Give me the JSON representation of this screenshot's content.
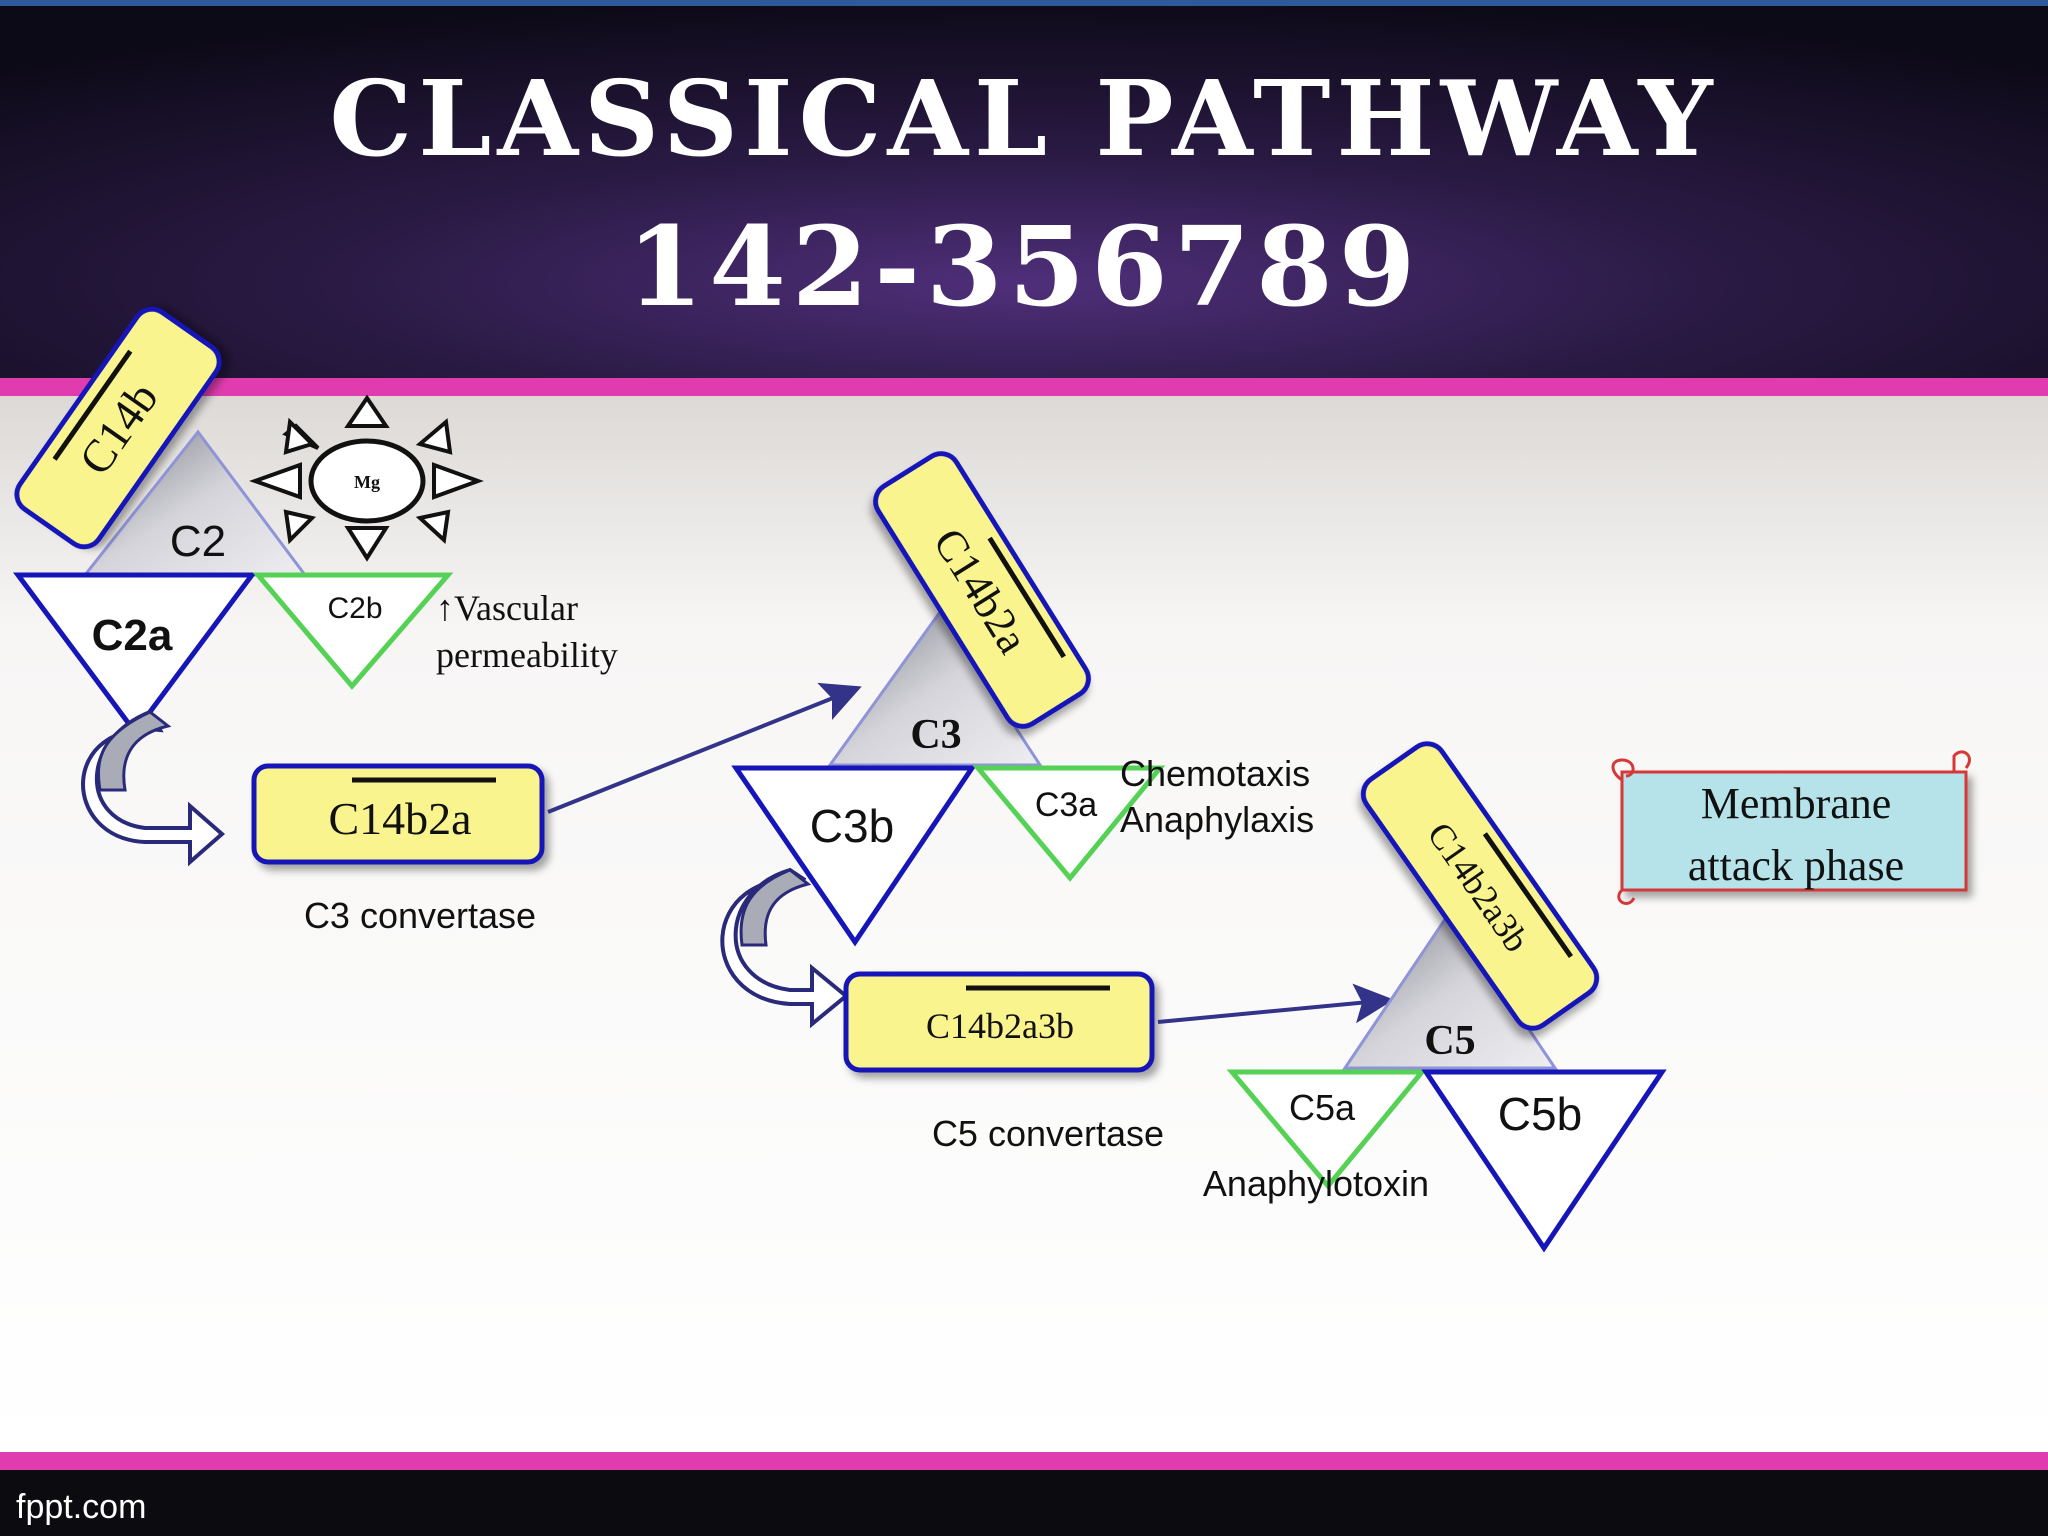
{
  "slide": {
    "title_line1": "CLASSICAL PATHWAY",
    "title_line2": "142-356789",
    "footer": "fppt.com"
  },
  "step1": {
    "enzyme": "C14b",
    "substrate": "C2",
    "cofactor": "Mg",
    "large_fragment": "C2a",
    "small_fragment": "C2b",
    "effect_line1": "↑Vascular",
    "effect_line2": "permeability",
    "product": "C14b2a",
    "product_caption": "C3 convertase"
  },
  "step2": {
    "enzyme": "C14b2a",
    "substrate": "C3",
    "large_fragment": "C3b",
    "small_fragment": "C3a",
    "effect_line1": "Chemotaxis",
    "effect_line2": "Anaphylaxis",
    "product": "C14b2a3b",
    "product_caption": "C5 convertase"
  },
  "step3": {
    "enzyme": "C14b2a3b",
    "substrate": "C5",
    "small_fragment": "C5a",
    "large_fragment": "C5b",
    "effect": "Anaphylotoxin"
  },
  "next_phase": {
    "line1": "Membrane",
    "line2": "attack phase"
  },
  "colors": {
    "enzyme_fill": "#f9f48e",
    "border_blue": "#1515b8",
    "border_green": "#55d255",
    "accent_magenta": "#e03caf",
    "scroll_fill": "#b6e3ea",
    "scroll_border": "#d63838"
  }
}
